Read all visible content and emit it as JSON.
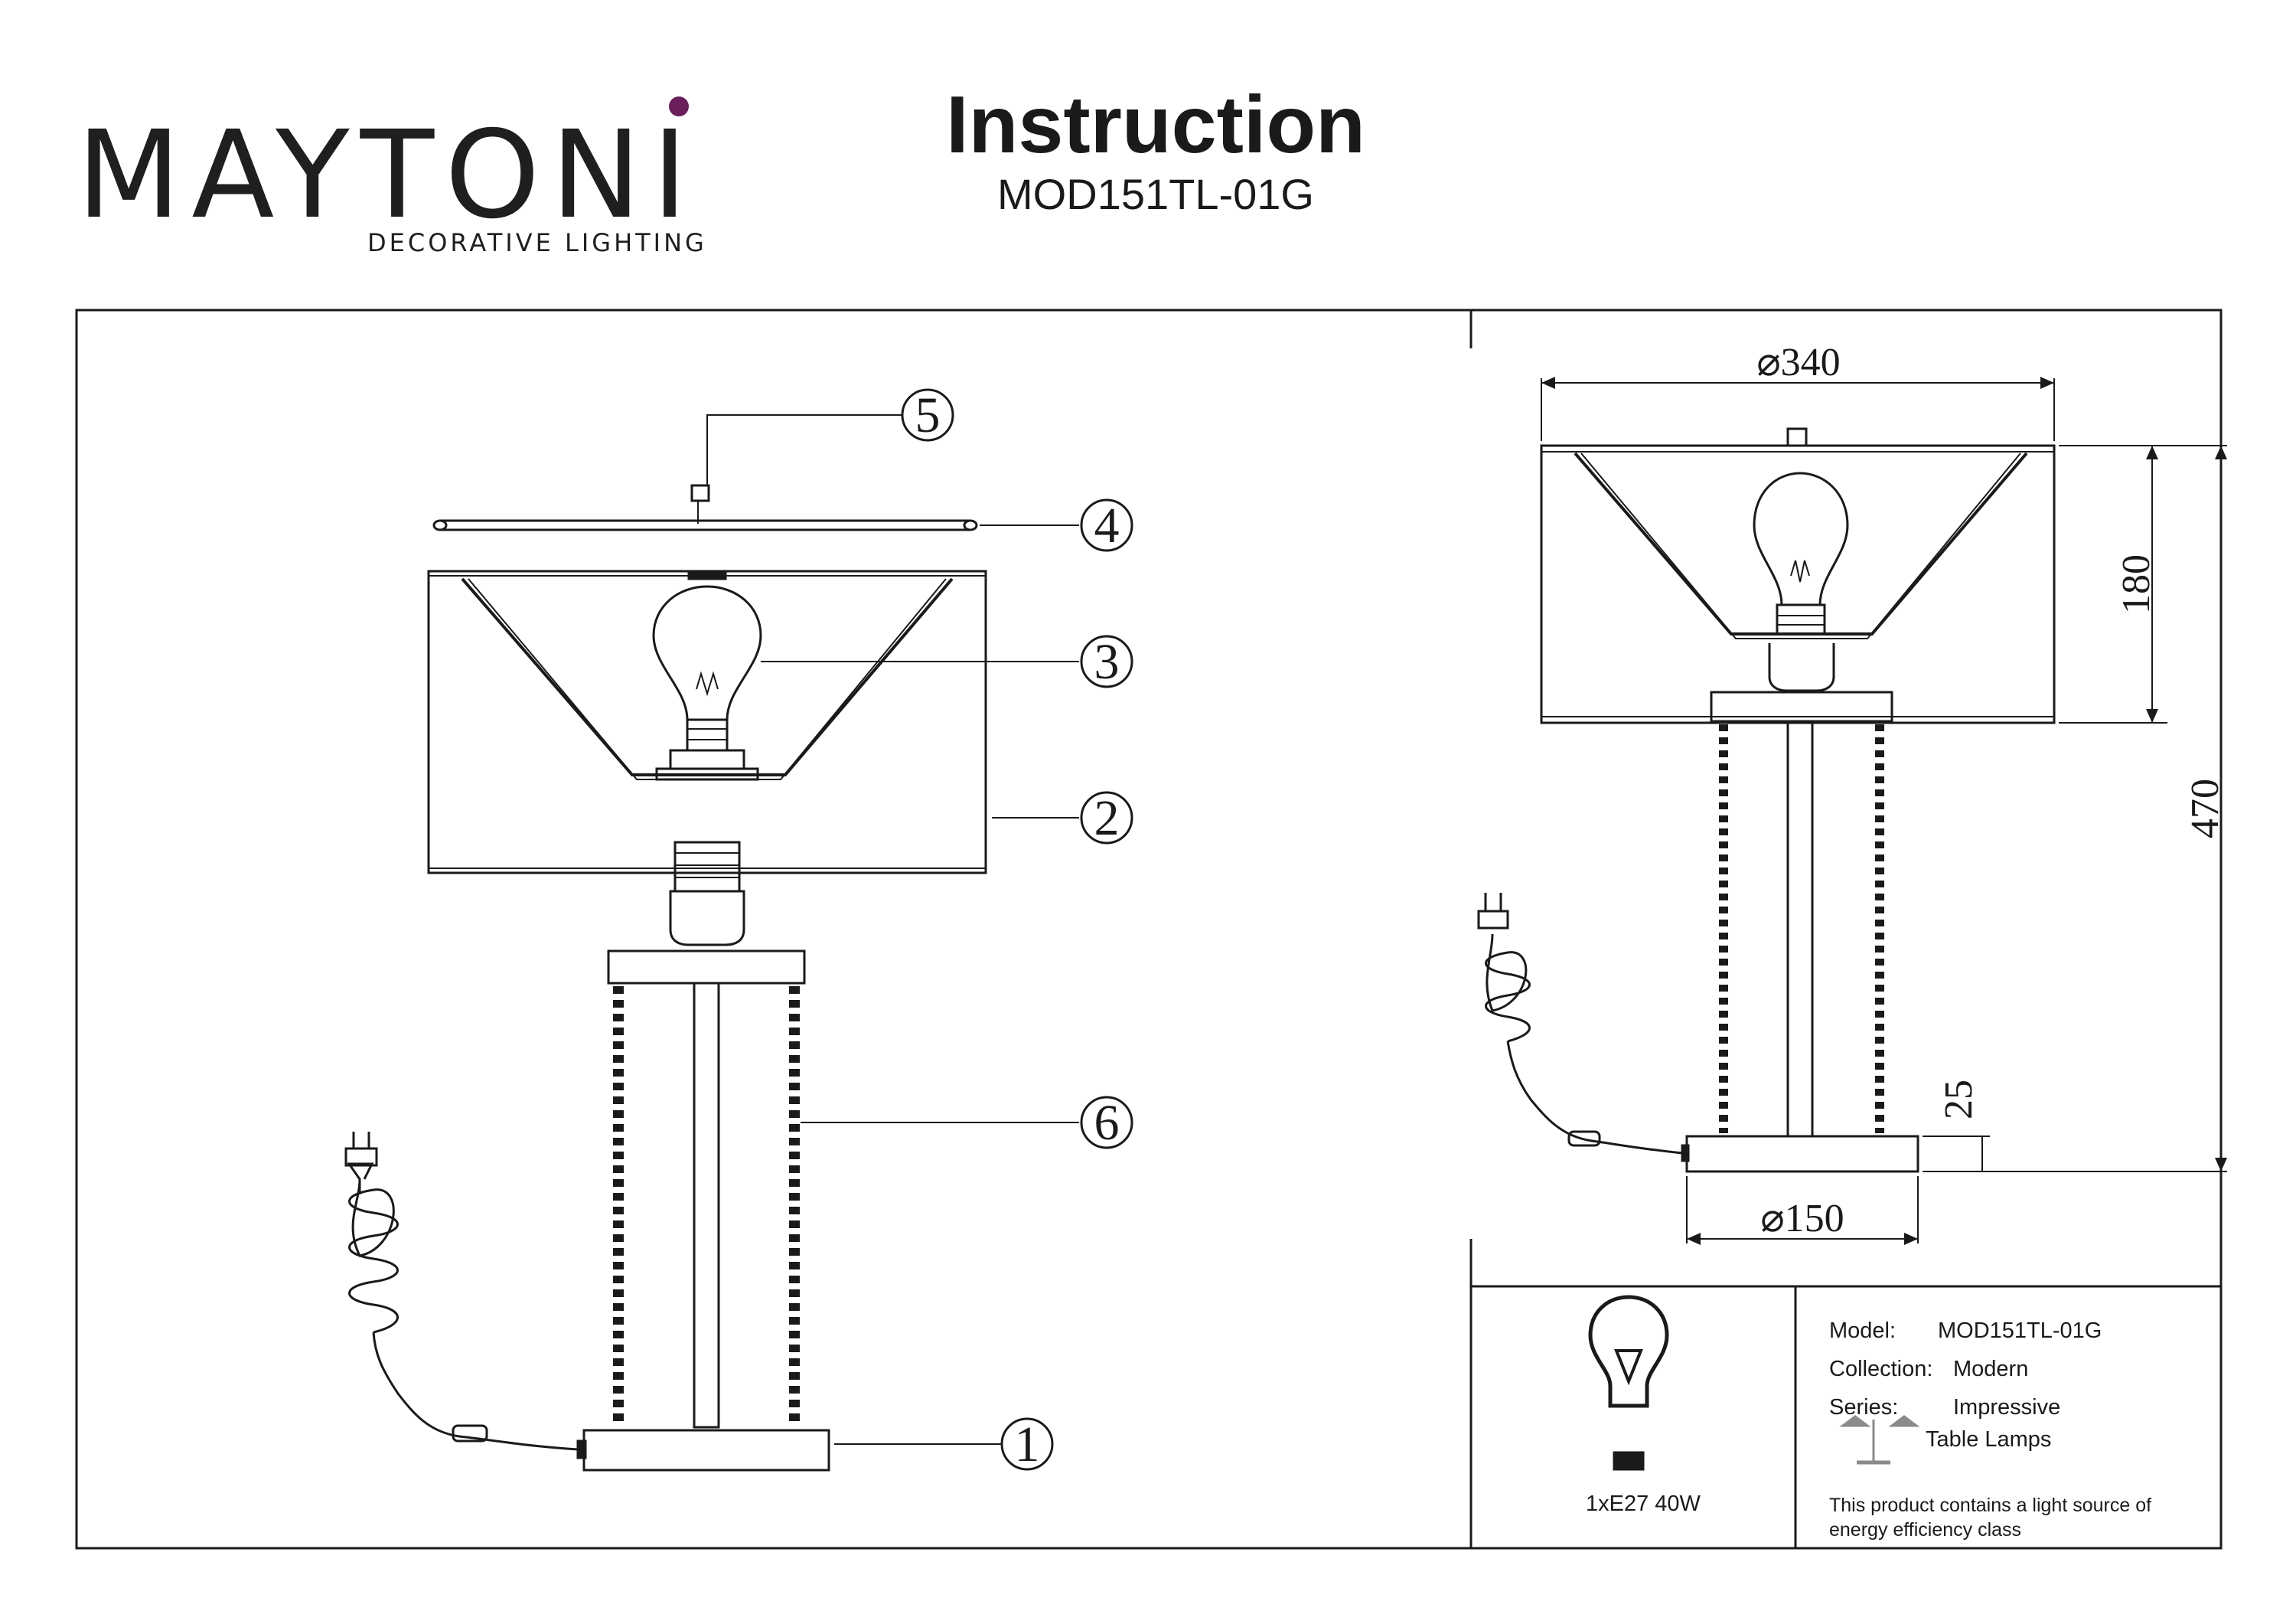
{
  "header": {
    "brand_name": "MAYTONI",
    "brand_tagline": "DECORATIVE LIGHTING",
    "title": "Instruction",
    "model_code": "MOD151TL-01G"
  },
  "parts": [
    "1",
    "2",
    "3",
    "4",
    "5",
    "6"
  ],
  "dimensions": {
    "shade_diameter": "⌀340",
    "shade_height": "180",
    "total_height": "470",
    "base_height": "25",
    "base_diameter": "⌀150"
  },
  "info_table": {
    "bulb_spec": "1xE27 40W",
    "model_label": "Model:",
    "model_value": "MOD151TL-01G",
    "collection_label": "Collection:",
    "collection_value": "Modern",
    "series_label": "Series:",
    "series_value": "Impressive",
    "type_value": "Table Lamps",
    "energy_note_line1": "This product contains a light source of",
    "energy_note_line2": "energy efficiency class"
  },
  "colors": {
    "ink": "#1a1a1a",
    "brand_dot": "#6b1e5c"
  }
}
